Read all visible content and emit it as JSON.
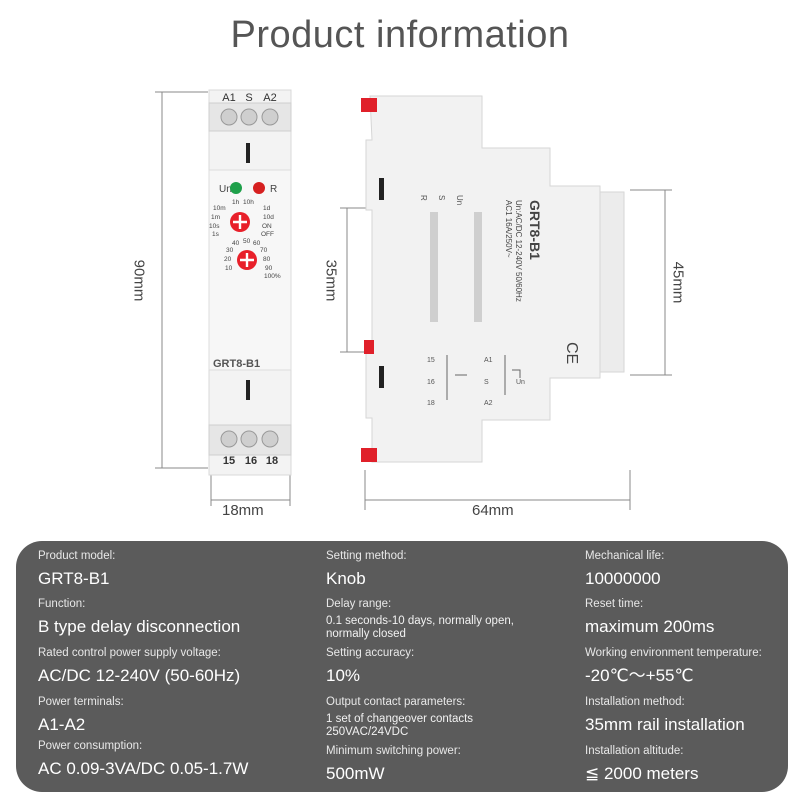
{
  "title": "Product information",
  "dimensions": {
    "height_front": "90mm",
    "width_front": "18mm",
    "rail": "35mm",
    "side_height": "45mm",
    "depth": "64mm"
  },
  "device": {
    "top_terminals": [
      "A1",
      "S",
      "A2"
    ],
    "bottom_terminals": [
      "15",
      "16",
      "18"
    ],
    "led_un": "Un",
    "led_r": "R",
    "time_labels": [
      "1h",
      "10h",
      "10m",
      "1d",
      "1m",
      "10d",
      "10s",
      "ON",
      "1s",
      "OFF"
    ],
    "percent_labels": [
      "40",
      "50",
      "60",
      "30",
      "70",
      "20",
      "80",
      "10",
      "90",
      "100%"
    ],
    "model_label": "GRT8-B1",
    "side_model": "GRT8-B1",
    "side_spec1": "Un:AC/DC 12-240V 50/60Hz",
    "side_spec2": "AC1 16A/250V~",
    "ce": "CE",
    "side_terms_top": [
      "Un",
      "S",
      "R"
    ],
    "side_terms_bottom": [
      "A1",
      "S",
      "A2",
      "15",
      "16",
      "18"
    ],
    "side_un": "Un"
  },
  "colors": {
    "panel_bg": "#5b5b5b",
    "knob_red": "#e8202a",
    "led_green": "#1ea04a",
    "led_red": "#d62020",
    "clip_red": "#e0202a",
    "body": "#f3f3f3"
  },
  "specs": {
    "col1": [
      {
        "label": "Product model:",
        "value": "GRT8-B1"
      },
      {
        "label": "Function:",
        "value": "B type delay disconnection"
      },
      {
        "label": "Rated control power supply voltage:",
        "value": "AC/DC 12-240V (50-60Hz)"
      },
      {
        "label": "Power terminals:",
        "value": "A1-A2"
      },
      {
        "label": "Power consumption:",
        "value": "AC 0.09-3VA/DC 0.05-1.7W"
      }
    ],
    "col2": [
      {
        "label": "Setting method:",
        "value": "Knob"
      },
      {
        "label": "Delay range:",
        "value": "0.1 seconds-10 days, normally open, normally closed"
      },
      {
        "label": "Setting accuracy:",
        "value": "10%"
      },
      {
        "label": "Output contact parameters:",
        "value": "1 set of changeover contacts 250VAC/24VDC"
      },
      {
        "label": "Minimum switching power:",
        "value": "500mW"
      }
    ],
    "col3": [
      {
        "label": "Mechanical life:",
        "value": "10000000"
      },
      {
        "label": "Reset time:",
        "value": "maximum 200ms"
      },
      {
        "label": "Working environment temperature:",
        "value": "-20℃～+55℃"
      },
      {
        "label": "Installation method:",
        "value": "35mm rail installation"
      },
      {
        "label": "Installation altitude:",
        "value": "≦ 2000 meters"
      }
    ]
  }
}
